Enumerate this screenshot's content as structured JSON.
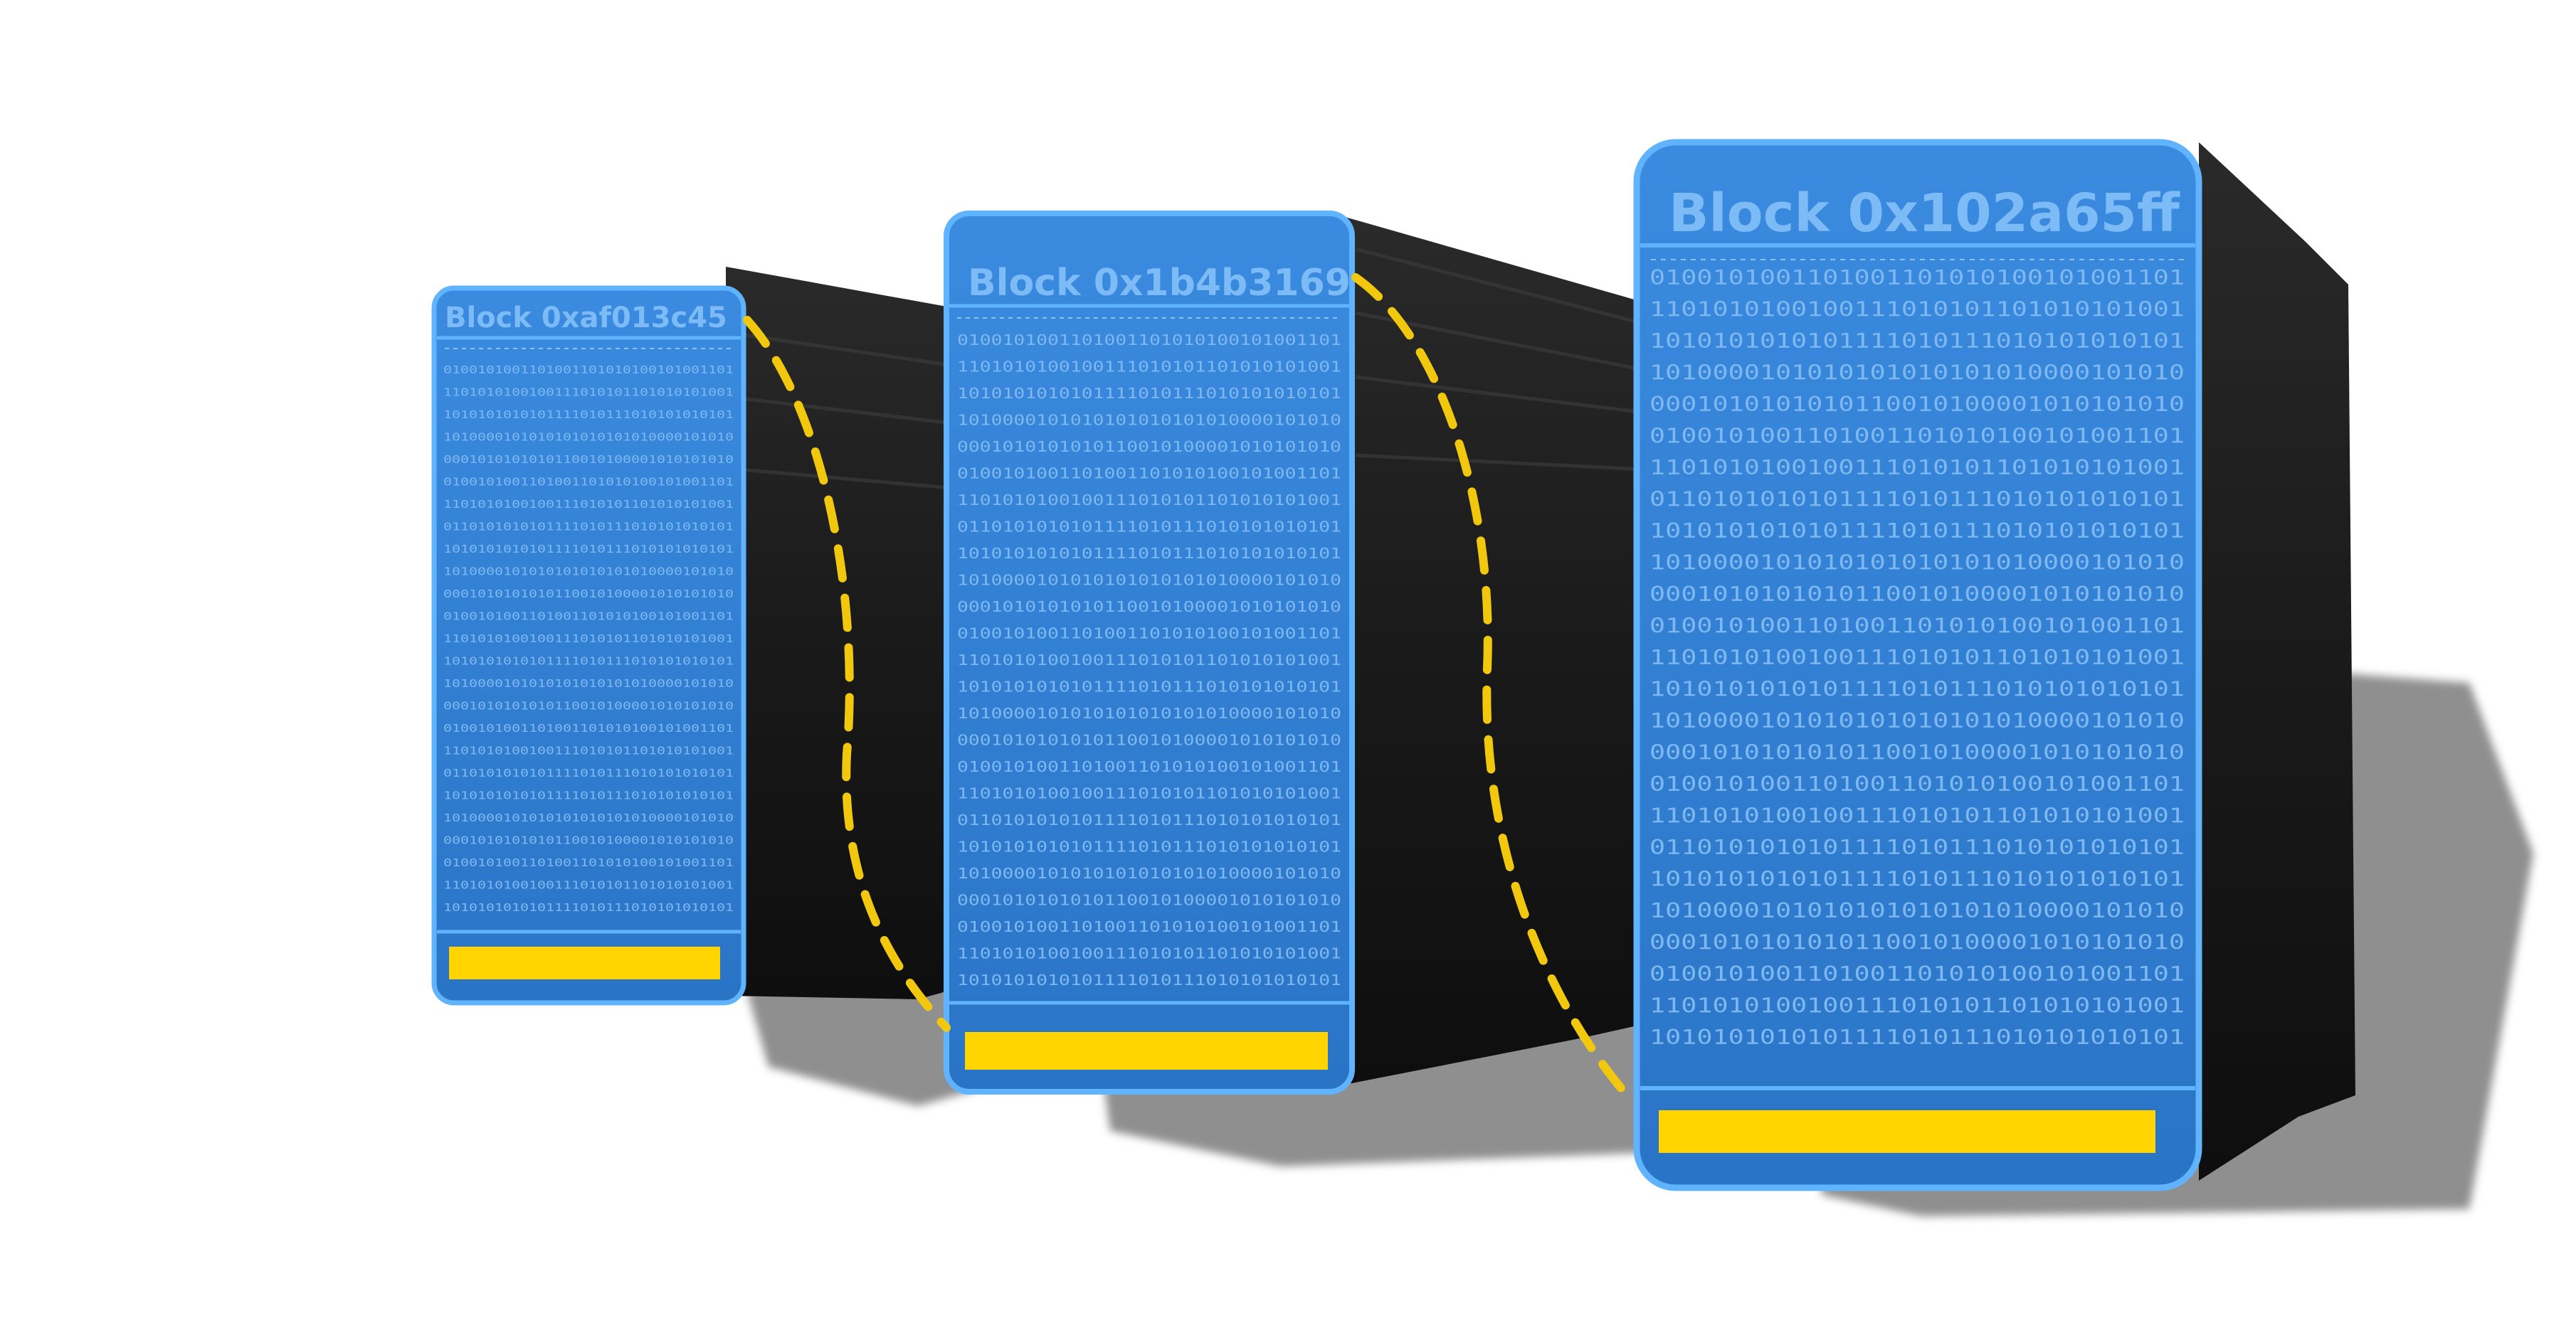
{
  "blocks": [
    {
      "id": "block-1",
      "title": "Block 0xaf013c45",
      "binary_lines": [
        "0100101001101001101010100101001101",
        "1101010100100111010101101010101001",
        "1010101010101111010111010101010101",
        "1010000101010101010101010000101010",
        "0001010101010110010100001010101010",
        "0100101001101001101010100101001101",
        "1101010100100111010101101010101001",
        "0110101010101111010111010101010101",
        "1010101010101111010111010101010101",
        "1010000101010101010101010000101010",
        "0001010101010110010100001010101010",
        "0100101001101001101010100101001101",
        "1101010100100111010101101010101001",
        "1010101010101111010111010101010101",
        "1010000101010101010101010000101010",
        "0001010101010110010100001010101010",
        "0100101001101001101010100101001101",
        "1101010100100111010101101010101001",
        "0110101010101111010111010101010101",
        "1010101010101111010111010101010101",
        "1010000101010101010101010000101010",
        "0001010101010110010100001010101010",
        "0100101001101001101010100101001101",
        "1101010100100111010101101010101001",
        "1010101010101111010111010101010101"
      ]
    },
    {
      "id": "block-2",
      "title": "Block 0x1b4b3169",
      "binary_lines": [
        "0100101001101001101010100101001101",
        "1101010100100111010101101010101001",
        "1010101010101111010111010101010101",
        "1010000101010101010101010000101010",
        "0001010101010110010100001010101010",
        "0100101001101001101010100101001101",
        "1101010100100111010101101010101001",
        "0110101010101111010111010101010101",
        "1010101010101111010111010101010101",
        "1010000101010101010101010000101010",
        "0001010101010110010100001010101010",
        "0100101001101001101010100101001101",
        "1101010100100111010101101010101001",
        "1010101010101111010111010101010101",
        "1010000101010101010101010000101010",
        "0001010101010110010100001010101010",
        "0100101001101001101010100101001101",
        "1101010100100111010101101010101001",
        "0110101010101111010111010101010101",
        "1010101010101111010111010101010101",
        "1010000101010101010101010000101010",
        "0001010101010110010100001010101010",
        "0100101001101001101010100101001101",
        "1101010100100111010101101010101001",
        "1010101010101111010111010101010101"
      ]
    },
    {
      "id": "block-3",
      "title": "Block 0x102a65ff",
      "binary_lines": [
        "0100101001101001101010100101001101",
        "1101010100100111010101101010101001",
        "1010101010101111010111010101010101",
        "1010000101010101010101010000101010",
        "0001010101010110010100001010101010",
        "0100101001101001101010100101001101",
        "1101010100100111010101101010101001",
        "0110101010101111010111010101010101",
        "1010101010101111010111010101010101",
        "1010000101010101010101010000101010",
        "0001010101010110010100001010101010",
        "0100101001101001101010100101001101",
        "1101010100100111010101101010101001",
        "1010101010101111010111010101010101",
        "1010000101010101010101010000101010",
        "0001010101010110010100001010101010",
        "0100101001101001101010100101001101",
        "1101010100100111010101101010101001",
        "0110101010101111010111010101010101",
        "1010101010101111010111010101010101",
        "1010000101010101010101010000101010",
        "0001010101010110010100001010101010",
        "0100101001101001101010100101001101",
        "1101010100100111010101101010101001",
        "1010101010101111010111010101010101"
      ]
    }
  ],
  "colors": {
    "face": "#2f7fd2",
    "face_border": "#5fb3ff",
    "body": "#1d1d1d",
    "accent": "#ffd400",
    "link": "#f2c80f",
    "shadow": "#8a8a8a"
  }
}
